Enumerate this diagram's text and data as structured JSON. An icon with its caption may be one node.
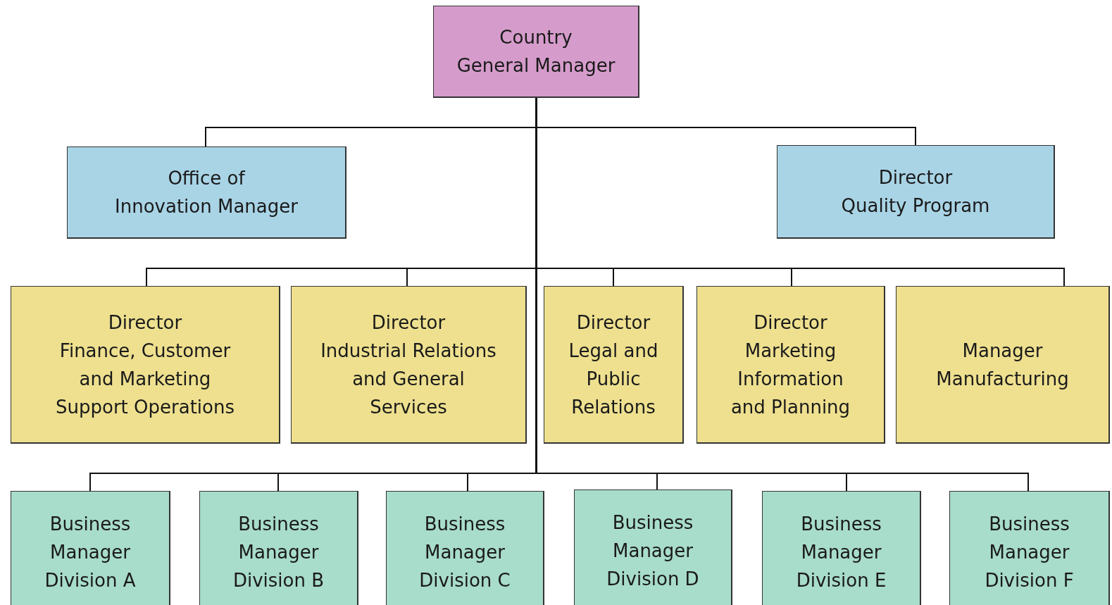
{
  "diagram": {
    "nodes": [
      {
        "text": [
          "Country",
          "General Manager"
        ]
      },
      {
        "text": [
          "Office of Innovation Manager"
        ]
      },
      {
        "text": [
          "Director",
          "Quality Program"
        ]
      },
      {
        "text": [
          "Director",
          "Finance, Customer and Marketing Support Operations"
        ]
      },
      {
        "text": [
          "Director",
          "Industrial Relations and General Services"
        ]
      },
      {
        "text": [
          "Director",
          "Legal and Public Relations"
        ]
      },
      {
        "text": [
          "Director",
          "Marketing Information and Planning"
        ]
      },
      {
        "text": [
          "Manager",
          "Manufacturing"
        ]
      },
      {
        "text": [
          "Business Manager Division A"
        ]
      },
      {
        "text": [
          "Business Manager Division B"
        ]
      },
      {
        "text": [
          "Business Manager Division C"
        ]
      },
      {
        "text": [
          "Business Manager Division D"
        ]
      },
      {
        "text": [
          "Business Manager Division E"
        ]
      },
      {
        "text": [
          "Business Manager Division F"
        ]
      }
    ],
    "edges": [
      {
        "from": 0,
        "to": 1,
        "arrow": "none"
      },
      {
        "from": 0,
        "to": 2,
        "arrow": "none"
      },
      {
        "from": 0,
        "to": 3,
        "arrow": "none"
      },
      {
        "from": 0,
        "to": 4,
        "arrow": "none"
      },
      {
        "from": 0,
        "to": 5,
        "arrow": "none"
      },
      {
        "from": 0,
        "to": 6,
        "arrow": "none"
      },
      {
        "from": 0,
        "to": 7,
        "arrow": "none"
      },
      {
        "from": 0,
        "to": 8,
        "arrow": "none"
      },
      {
        "from": 0,
        "to": 9,
        "arrow": "none"
      },
      {
        "from": 0,
        "to": 10,
        "arrow": "none"
      },
      {
        "from": 0,
        "to": 11,
        "arrow": "none"
      },
      {
        "from": 0,
        "to": 12,
        "arrow": "none"
      },
      {
        "from": 0,
        "to": 13,
        "arrow": "none"
      }
    ]
  }
}
